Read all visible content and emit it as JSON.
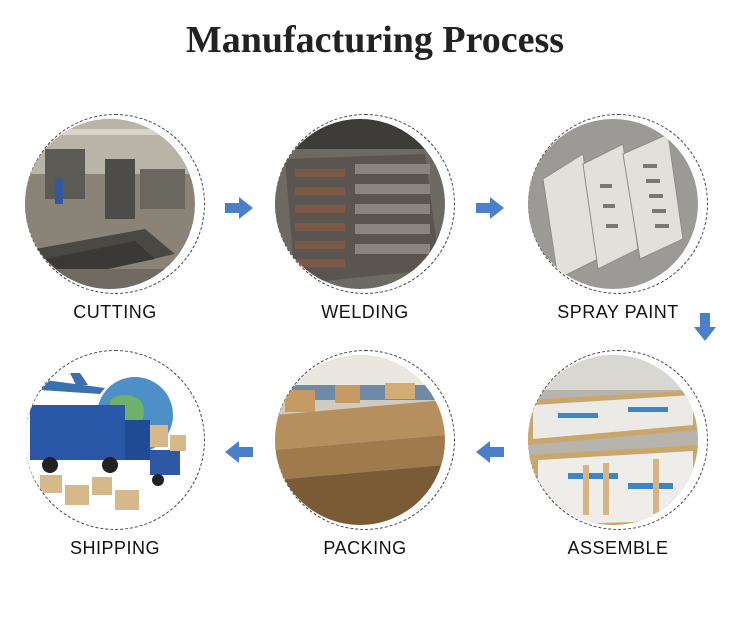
{
  "title": "Manufacturing Process",
  "accent_color": "#4a7fc9",
  "steps": [
    {
      "label": "CUTTING",
      "icon": "cutting-workshop-photo"
    },
    {
      "label": "WELDING",
      "icon": "welding-stack-photo"
    },
    {
      "label": "SPRAY PAINT",
      "icon": "spray-paint-panels-photo"
    },
    {
      "label": "ASSEMBLE",
      "icon": "assembly-shelves-photo"
    },
    {
      "label": "PACKING",
      "icon": "packing-boxes-photo"
    },
    {
      "label": "SHIPPING",
      "icon": "shipping-logistics-photo"
    }
  ]
}
